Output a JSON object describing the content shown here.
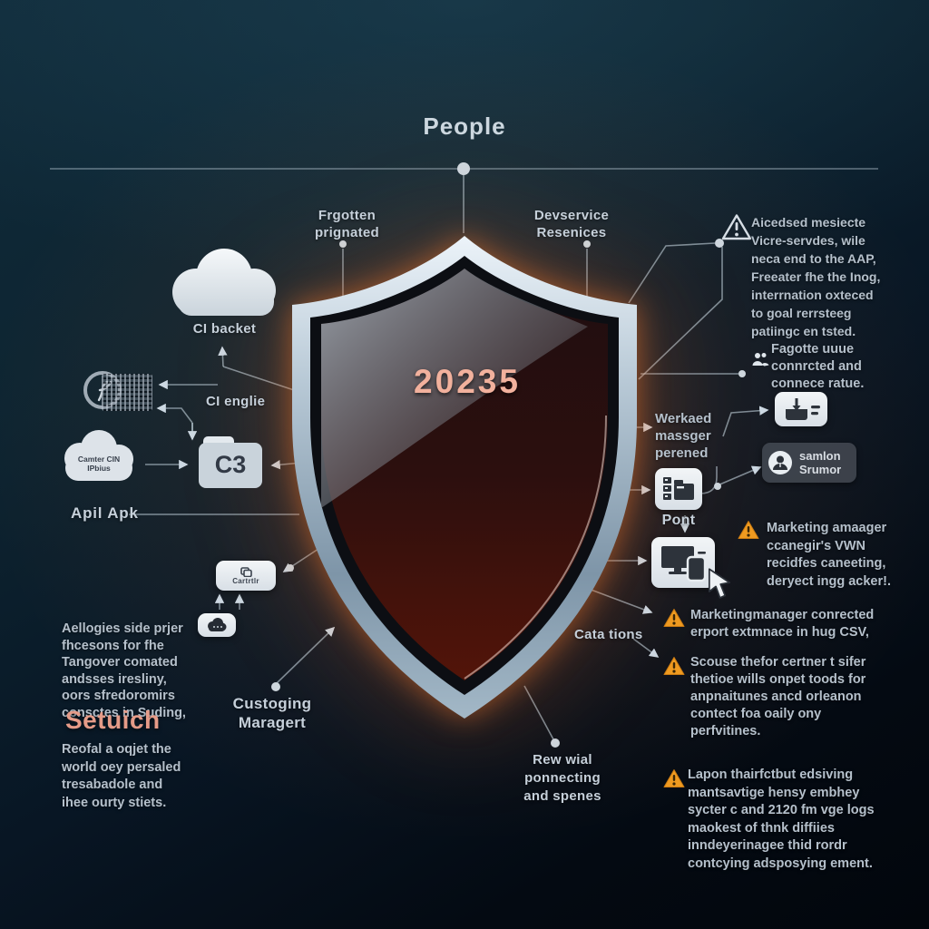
{
  "title": "People",
  "shield": {
    "number": "20235"
  },
  "top_labels": {
    "left": "Frgotten\nprignated",
    "right": "Devservice\nResenices"
  },
  "left": {
    "cloud_label": "CI backet",
    "engine_label": "CI englie",
    "small_cloud_text": "Camter CIN\nIPbius",
    "folder_label": "C3",
    "api_label": "Apil Apk",
    "controller_label": "Cartrtlr",
    "manager_label": "Custoging\nMaragert",
    "para1": "Aellogies side prjer\nfhcesons for fhe\nTangover comated\nandsses iresliny,\noors sfredoromirs\nconsctes in Suding,",
    "heading": "Setuich",
    "para2": "Reofal a oqjet the\nworld oey persaled\ntresabadole and\nihee ourty stiets."
  },
  "right": {
    "alert_top": "Aicedsed mesiecte\nVicre-servdes, wile\nneca end to the AAP,\nFreeater fhe the Inog,\ninterrnation oxteced\nto goal rerrsteeg\npatiingc en tsted.",
    "fagotte": "Fagotte uuue\nconnrcted and\nconnece ratue.",
    "werkaed": "Werkaed\nmassger\nperened",
    "samlon": "samlon\nSrumor",
    "pont_label": "Pont",
    "warnings": [
      "Marketing amaager\nccanegir's VWN\nrecidfes caneeting,\nderyect ingg acker!.",
      "Marketingmanager conrected\nerport extmnace in hug CSV,",
      "Scouse thefor certner t sifer\nthetioe wills onpet toods for\nanpnaitunes ancd orleanon\ncontect foa oaily ony\nperfvitines.",
      "Lapon thairfctbut edsiving\nmantsavtige hensy embhey\nsycter c and 2120 fm vge logs\nmaokest of thnk diffiies\ninndeyerinagee thid rordr\ncontcying adsposying ement."
    ]
  },
  "bottom": {
    "cata_label": "Cata tions",
    "rew_label": "Rew wial\nponnecting\nand spenes"
  },
  "icons": {
    "cloud": "cloud-icon",
    "encrypted_block": "encrypted-data-icon",
    "folder": "folder-icon",
    "controller": "controller-badge-icon",
    "dark_cloud": "cloud-badge-icon",
    "printer": "printer-icon",
    "person_badge": "person-badge-icon",
    "server": "server-icon",
    "devices": "devices-icon",
    "cursor": "cursor-icon",
    "people": "people-icon",
    "warning": "warning-triangle-icon"
  },
  "colors": {
    "accent_orange": "#ef9a20",
    "salmon": "#f2b19d",
    "label": "#c6d0da",
    "glow": "#e06a28",
    "background_top": "#102b3a",
    "background_bottom": "#02060c"
  }
}
